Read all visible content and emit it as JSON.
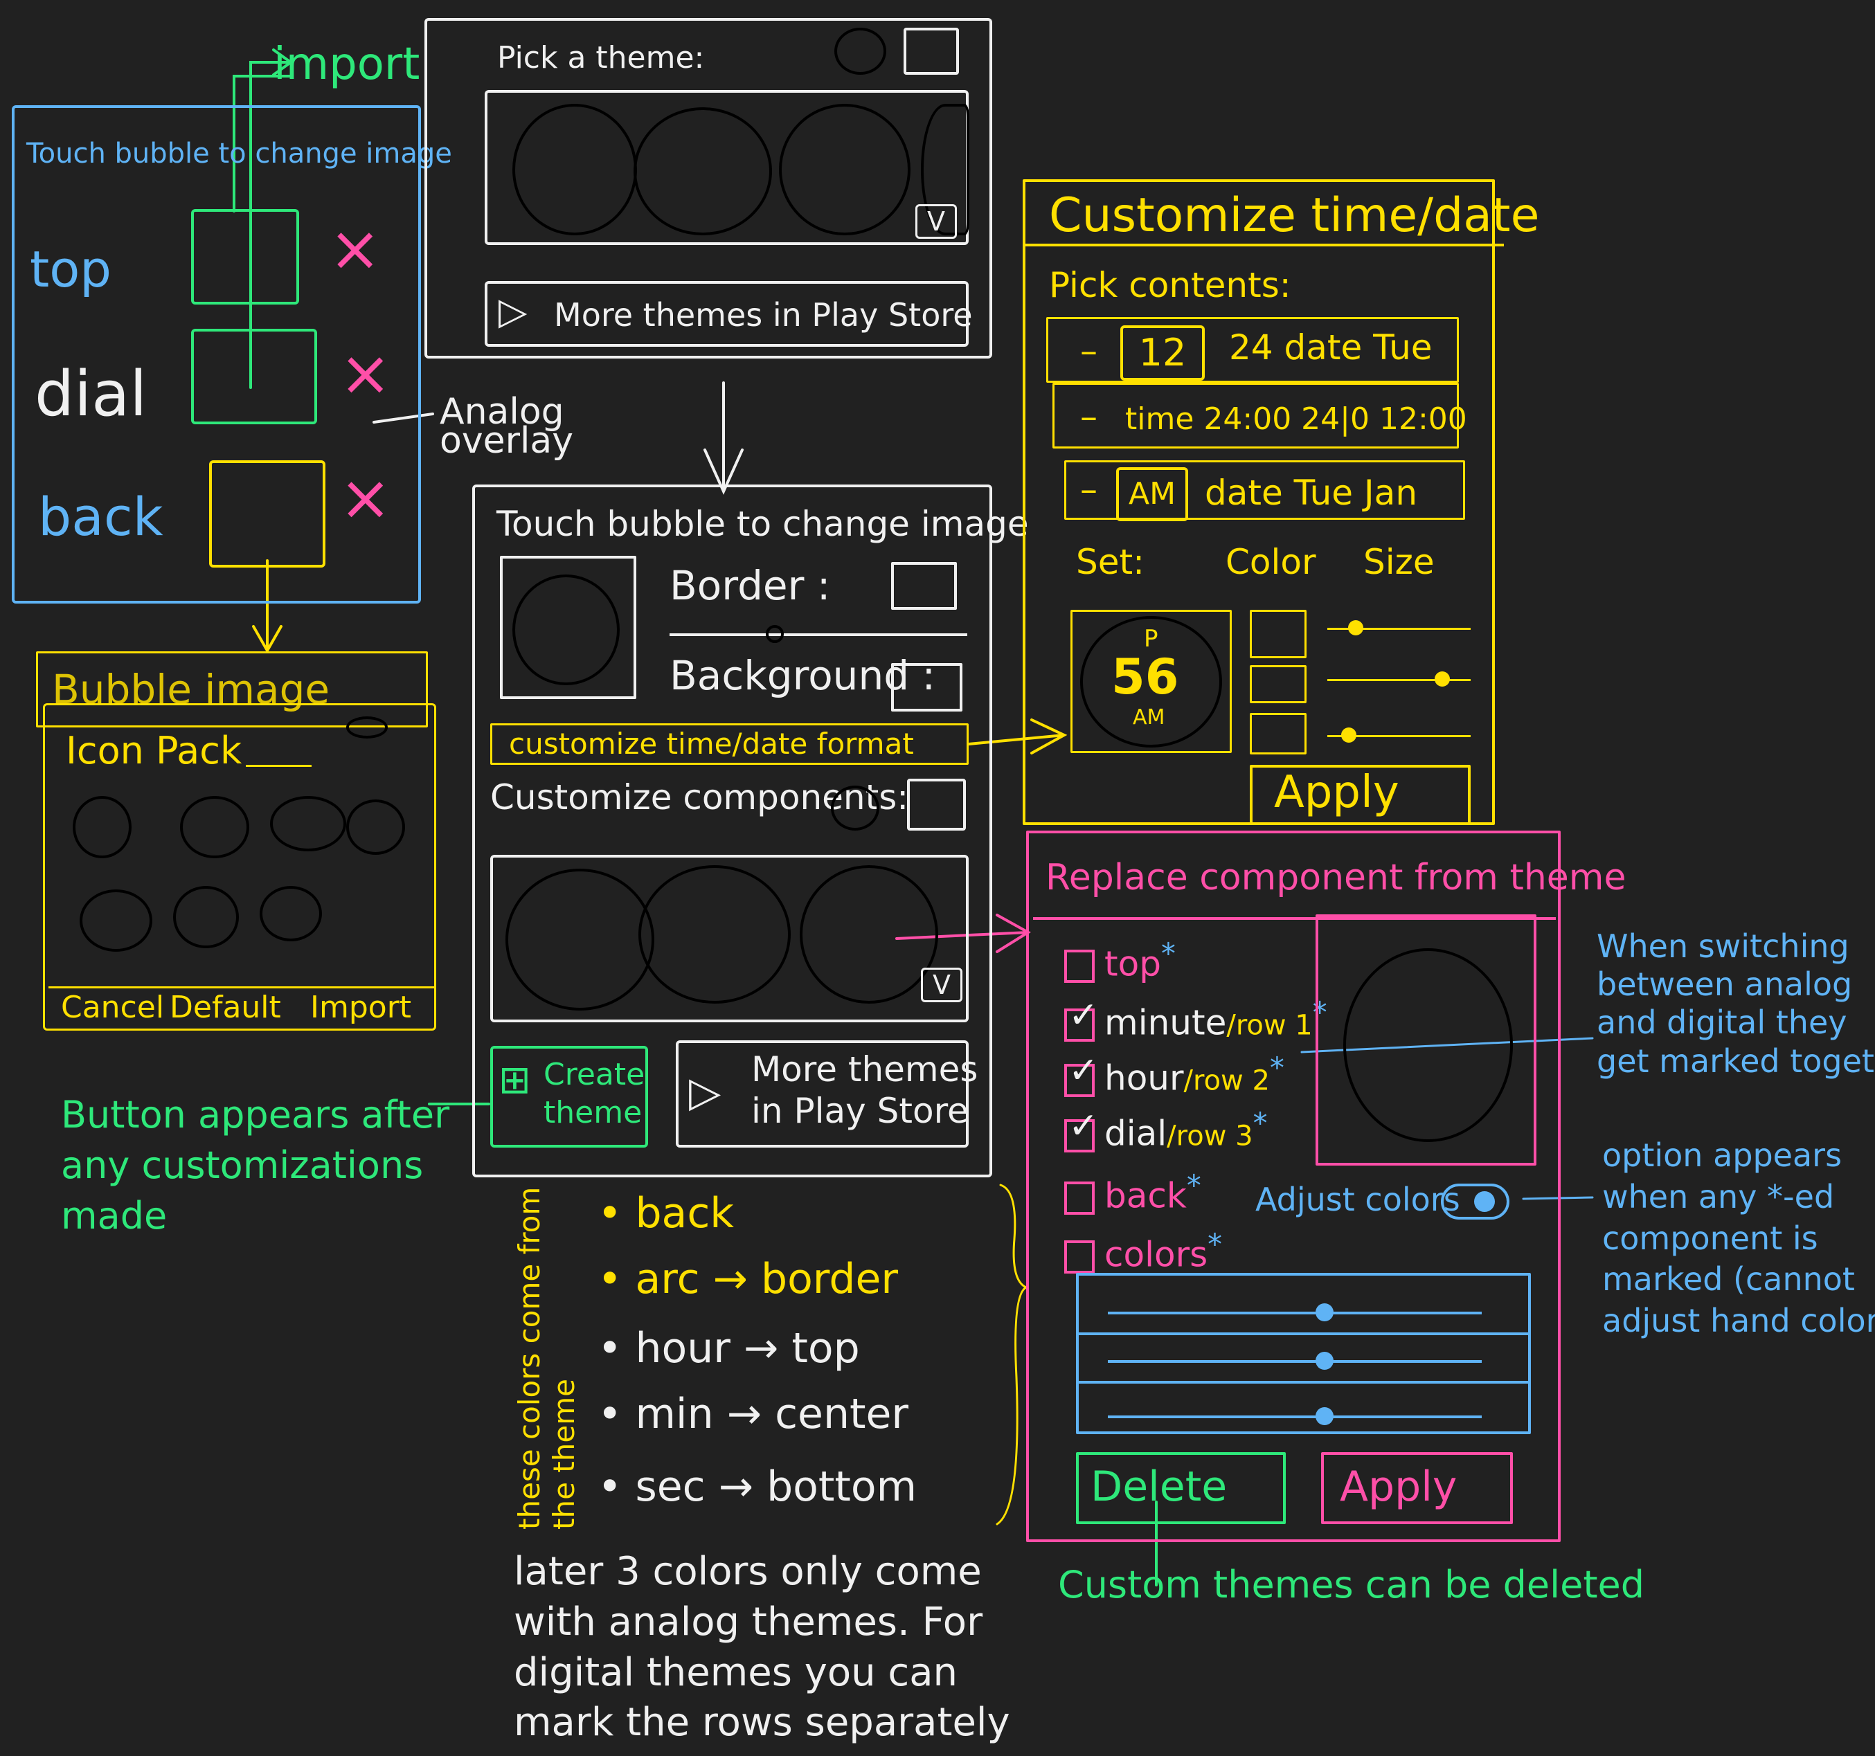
{
  "colors": {
    "background": "#212121",
    "white": "#f0f0f0",
    "yellow": "#ffe000",
    "green": "#2ee87a",
    "pink": "#ff4fa8",
    "blue": "#5fb3f5"
  },
  "import_label": "import",
  "overlay_panel": {
    "title": "Touch bubble to change image",
    "rows": [
      {
        "label": "top",
        "remove": "×"
      },
      {
        "label": "dial",
        "remove": "×"
      },
      {
        "label": "back",
        "remove": "×"
      }
    ]
  },
  "analog_overlay_label": "Analog overlay",
  "bubble_image_panel": {
    "title": "Bubble image",
    "icon_pack_label": "Icon Pack",
    "buttons": [
      "Cancel",
      "Default",
      "Import"
    ]
  },
  "green_note": [
    "Button appears after",
    "any customizations",
    "made"
  ],
  "theme_picker": {
    "title": "Pick a theme:",
    "more_themes": "More themes in Play Store",
    "dropdown": "V"
  },
  "editor": {
    "title": "Touch bubble to change image",
    "border_label": "Border :",
    "background_label": "Background :",
    "customize_button": "customize time/date format",
    "components_label": "Customize components:",
    "dropdown": "V",
    "create_theme": [
      "Create",
      "theme"
    ],
    "more_themes": [
      "More themes",
      "in Play Store"
    ]
  },
  "theme_colors": {
    "side_note": [
      "these colors come from",
      "the theme"
    ],
    "items": [
      {
        "from": "back",
        "to": ""
      },
      {
        "from": "arc",
        "to": "border"
      },
      {
        "from": "hour",
        "to": "top"
      },
      {
        "from": "min",
        "to": "center"
      },
      {
        "from": "sec",
        "to": "bottom"
      }
    ],
    "arrow": "→",
    "footer": [
      "later 3 colors only come",
      "with analog themes. For",
      "digital themes you can",
      "mark the rows separately"
    ]
  },
  "time_date_panel": {
    "title": "Customize time/date",
    "pick_contents": "Pick contents:",
    "rows": [
      {
        "selected": "12",
        "options": "24  date  Tue"
      },
      {
        "selected": "",
        "options": "time  24:00  24|0  12:00"
      },
      {
        "selected": "AM",
        "options": "date  Tue  Jan"
      }
    ],
    "set_label": "Set:",
    "color_label": "Color",
    "size_label": "Size",
    "preview": {
      "top": "P",
      "middle": "56",
      "bottom": "AM"
    },
    "size_levels": [
      0.2,
      0.8,
      0.15
    ],
    "apply": "Apply"
  },
  "replace_panel": {
    "title": "Replace component from theme",
    "items": [
      {
        "label": "top",
        "suffix": "",
        "checked": false
      },
      {
        "label": "minute",
        "suffix": "/row 1",
        "checked": true
      },
      {
        "label": "hour",
        "suffix": "/row 2",
        "checked": true
      },
      {
        "label": "dial",
        "suffix": "/row 3",
        "checked": true
      },
      {
        "label": "back",
        "suffix": "",
        "checked": false
      },
      {
        "label": "colors",
        "suffix": "",
        "checked": false
      }
    ],
    "star": "*",
    "adjust_colors": "Adjust colors",
    "slider_levels": [
      0.58,
      0.58,
      0.58
    ],
    "delete": "Delete",
    "apply": "Apply"
  },
  "switch_note": [
    "When switching",
    "between analog",
    "and digital they",
    "get marked together"
  ],
  "option_note": [
    "option appears",
    "when any *-ed",
    "component is",
    "marked (cannot",
    "adjust hand colors"
  ],
  "delete_note": "Custom themes can be deleted"
}
